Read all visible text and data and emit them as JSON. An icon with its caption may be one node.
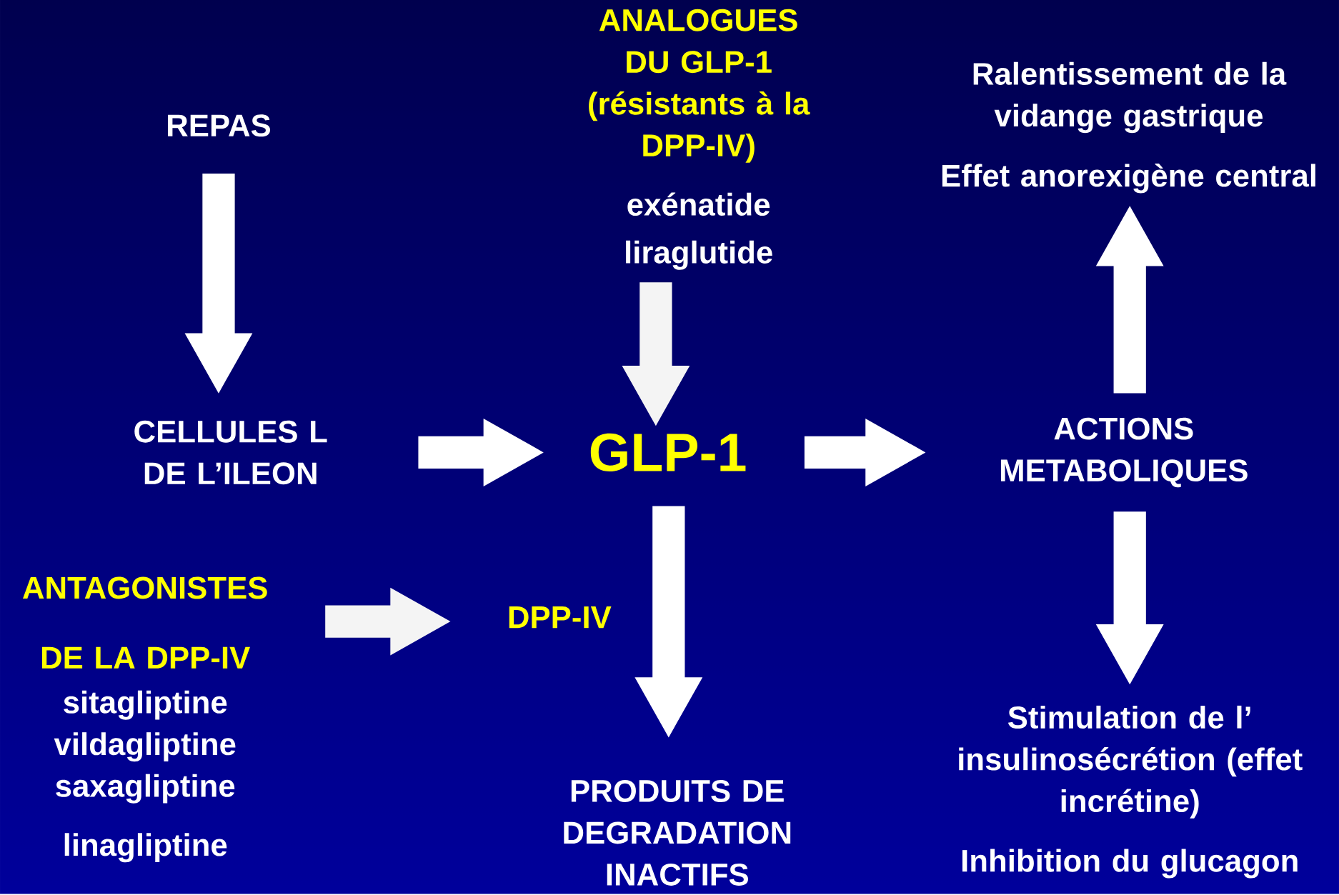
{
  "diagram": {
    "nodes": [
      {
        "text": [
          "REPAS"
        ]
      },
      {
        "text": [
          "CELLULES L DE L’ILEON"
        ]
      },
      {
        "text": [
          "ANALOGUES DU GLP-1 (résistants à la DPP-IV)",
          "exénatide",
          "liraglutide"
        ]
      },
      {
        "text": [
          "GLP-1"
        ]
      },
      {
        "text": [
          "ACTIONS METABOLIQUES"
        ]
      },
      {
        "text": [
          "Ralentissement de la vidange gastrique",
          "Effet anorexigène central"
        ]
      },
      {
        "text": [
          "ANTAGONISTES",
          "DE LA DPP-IV",
          "sitagliptine vildagliptine saxagliptine",
          "linagliptine"
        ]
      },
      {
        "text": [
          "DPP-IV"
        ]
      },
      {
        "text": [
          "PRODUITS DE DEGRADATION INACTIFS"
        ]
      },
      {
        "text": [
          "Stimulation de l’ insulinosécrétion (effet incrétine)",
          "Inhibition du glucagon"
        ]
      }
    ],
    "edges": [
      {
        "from": 0,
        "to": 1,
        "arrow": "to"
      },
      {
        "from": 1,
        "to": 3,
        "arrow": "to"
      },
      {
        "from": 2,
        "to": 3,
        "arrow": "to",
        "color": "#f4f4f4"
      },
      {
        "from": 3,
        "to": 4,
        "arrow": "to"
      },
      {
        "from": 4,
        "to": 5,
        "arrow": "to"
      },
      {
        "from": 3,
        "to": 8,
        "arrow": "to"
      },
      {
        "from": 6,
        "to": 7,
        "arrow": "to",
        "color": "#f4f4f4"
      },
      {
        "from": 4,
        "to": 9,
        "arrow": "to"
      }
    ]
  }
}
